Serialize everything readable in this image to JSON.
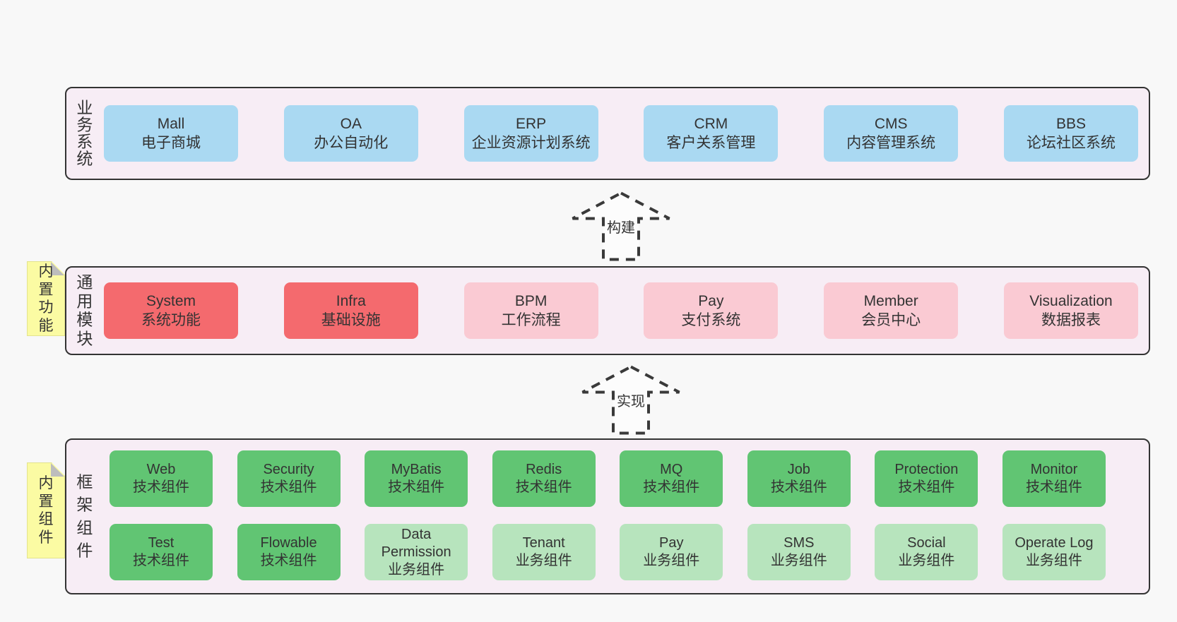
{
  "colors": {
    "page_bg": "#f8f8f8",
    "container_bg": "#f7edf5",
    "container_border": "#333333",
    "box_blue": "#aad9f2",
    "box_red": "#f46a6e",
    "box_pink": "#facad3",
    "box_green_dark": "#61c573",
    "box_green_light": "#b7e4bd",
    "note_yellow": "#fbfba3",
    "note_fold_gray": "#bdbdbd",
    "text": "#333333"
  },
  "arrows": [
    {
      "label": "构建"
    },
    {
      "label": "实现"
    }
  ],
  "sections": {
    "business": {
      "label": "业务系统",
      "boxes": [
        {
          "name": "Mall",
          "desc": "电子商城",
          "type": "blue"
        },
        {
          "name": "OA",
          "desc": "办公自动化",
          "type": "blue"
        },
        {
          "name": "ERP",
          "desc": "企业资源计划系统",
          "type": "blue"
        },
        {
          "name": "CRM",
          "desc": "客户关系管理",
          "type": "blue"
        },
        {
          "name": "CMS",
          "desc": "内容管理系统",
          "type": "blue"
        },
        {
          "name": "BBS",
          "desc": "论坛社区系统",
          "type": "blue"
        }
      ]
    },
    "modules": {
      "label": "通用模块",
      "note": "内置功能",
      "boxes": [
        {
          "name": "System",
          "desc": "系统功能",
          "type": "red"
        },
        {
          "name": "Infra",
          "desc": "基础设施",
          "type": "red"
        },
        {
          "name": "BPM",
          "desc": "工作流程",
          "type": "pink"
        },
        {
          "name": "Pay",
          "desc": "支付系统",
          "type": "pink"
        },
        {
          "name": "Member",
          "desc": "会员中心",
          "type": "pink"
        },
        {
          "name": "Visualization",
          "desc": "数据报表",
          "type": "pink"
        }
      ]
    },
    "components": {
      "label": "框架组件",
      "note": "内置组件",
      "row1": [
        {
          "name": "Web",
          "desc": "技术组件",
          "type": "green-dark"
        },
        {
          "name": "Security",
          "desc": "技术组件",
          "type": "green-dark"
        },
        {
          "name": "MyBatis",
          "desc": "技术组件",
          "type": "green-dark"
        },
        {
          "name": "Redis",
          "desc": "技术组件",
          "type": "green-dark"
        },
        {
          "name": "MQ",
          "desc": "技术组件",
          "type": "green-dark"
        },
        {
          "name": "Job",
          "desc": "技术组件",
          "type": "green-dark"
        },
        {
          "name": "Protection",
          "desc": "技术组件",
          "type": "green-dark"
        },
        {
          "name": "Monitor",
          "desc": "技术组件",
          "type": "green-dark"
        }
      ],
      "row2": [
        {
          "name": "Test",
          "desc": "技术组件",
          "type": "green-dark"
        },
        {
          "name": "Flowable",
          "desc": "技术组件",
          "type": "green-dark"
        },
        {
          "name": "Data Permission",
          "desc": "业务组件",
          "type": "green-light"
        },
        {
          "name": "Tenant",
          "desc": "业务组件",
          "type": "green-light"
        },
        {
          "name": "Pay",
          "desc": "业务组件",
          "type": "green-light"
        },
        {
          "name": "SMS",
          "desc": "业务组件",
          "type": "green-light"
        },
        {
          "name": "Social",
          "desc": "业务组件",
          "type": "green-light"
        },
        {
          "name": "Operate Log",
          "desc": "业务组件",
          "type": "green-light"
        }
      ]
    }
  }
}
